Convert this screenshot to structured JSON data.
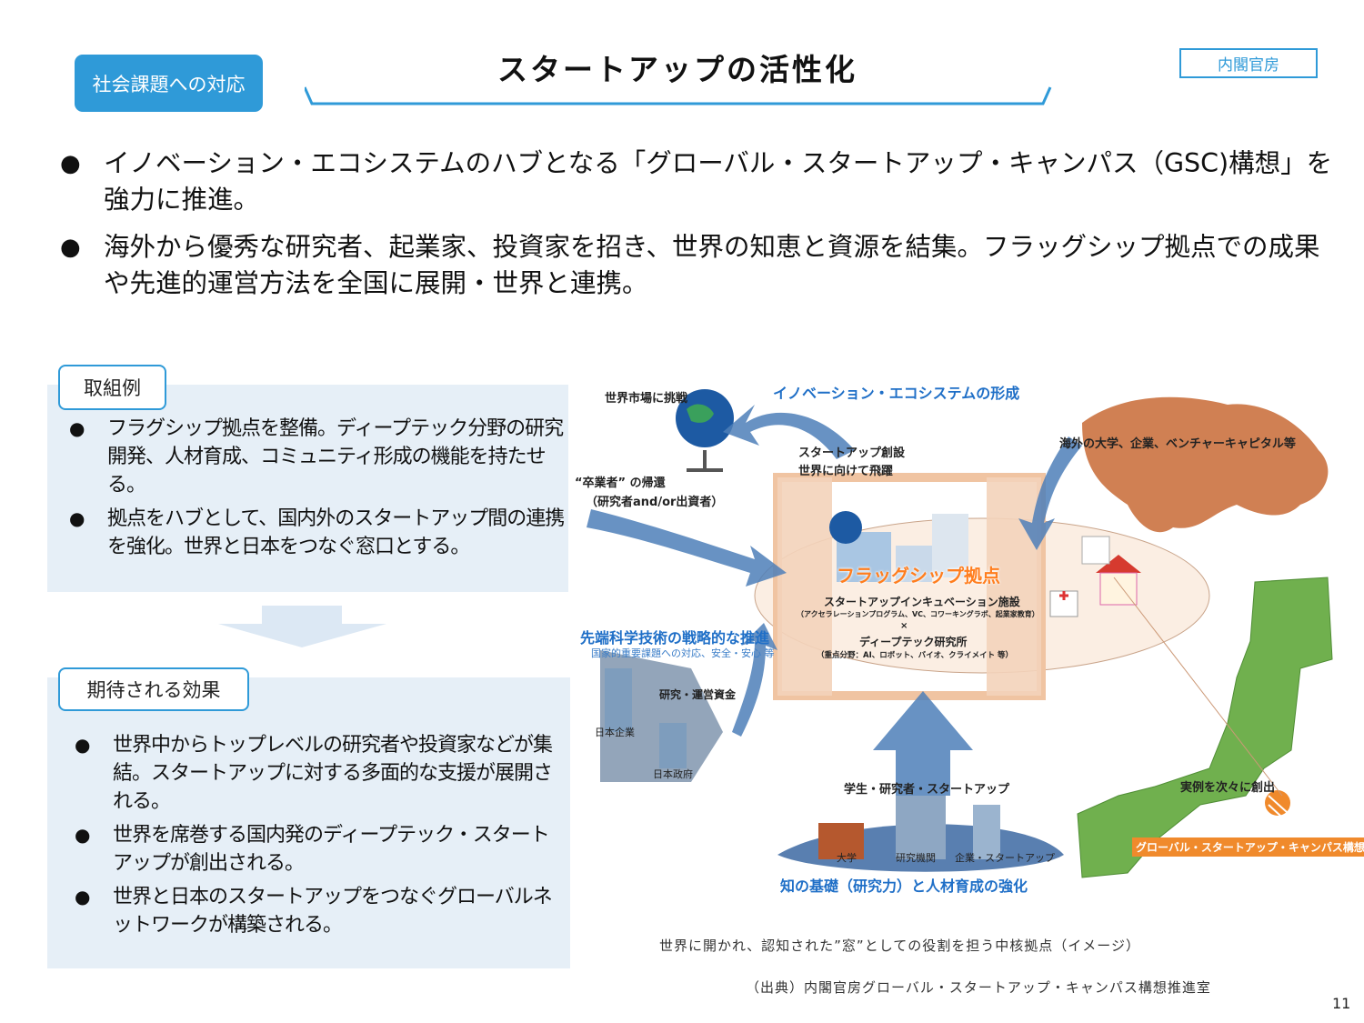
{
  "header": {
    "category": "社会課題への対応",
    "title": "スタートアップの活性化",
    "agency": "内閣官房"
  },
  "main_bullets": [
    "イノベーション・エコシステムのハブとなる「グローバル・スタートアップ・キャンパス（GSC)構想」を強力に推進。",
    "海外から優秀な研究者、起業家、投資家を招き、世界の知恵と資源を結集。フラッグシップ拠点での成果や先進的運営方法を全国に展開・世界と連携。"
  ],
  "examples": {
    "label": "取組例",
    "items": [
      "フラグシップ拠点を整備。ディープテック分野の研究開発、人材育成、コミュニティ形成の機能を持たせる。",
      "拠点をハブとして、国内外のスタートアップ間の連携を強化。世界と日本をつなぐ窓口とする。"
    ]
  },
  "effects": {
    "label": "期待される効果",
    "items": [
      "世界中からトップレベルの研究者や投資家などが集結。スタートアップに対する多面的な支援が展開される。",
      "世界を席巻する国内発のディープテック・スタートアップが創出される。",
      "世界と日本のスタートアップをつなぐグローバルネットワークが構築される。"
    ]
  },
  "figure": {
    "world_market": "世界市場に挑戦",
    "ecosystem": "イノベーション・エコシステムの形成",
    "overseas": "海外の大学、企業、ベンチャーキャピタル等",
    "startup_creation": "スタートアップ創設",
    "leap": "世界に向けて飛躍",
    "graduates": "“卒業者” の帰還",
    "graduates_sub": "（研究者and/or出資者）",
    "flagship": "フラッグシップ拠点",
    "incubation": "スタートアップインキュベーション施設",
    "incubation_sub": "（アクセラレーションプログラム、VC、コワーキングラボ、起業家教育）",
    "times": "×",
    "deeptech_lab": "ディープテック研究所",
    "deeptech_sub": "（重点分野：AI、ロボット、バイオ、クライメイト 等）",
    "strategic": "先端科学技術の戦略的な推進",
    "strategic_sub": "国家的重要課題への対応、安全・安心 等",
    "funding": "研究・運営資金",
    "japan_corp": "日本企業",
    "japan_gov": "日本政府",
    "people": "学生・研究者・スタートアップ",
    "university": "大学",
    "research_inst": "研究機関",
    "corp_startup": "企業・スタートアップ",
    "knowledge": "知の基礎（研究力）と人材育成の強化",
    "examples_created": "実例を次々に創出",
    "gsc_banner": "グローバル・スタートアップ・キャンパス構想"
  },
  "caption": "世界に開かれ、認知された”窓”としての役割を担う中核拠点（イメージ）",
  "source": "（出典）内閣官房グローバル・スタートアップ・キャンパス構想推進室",
  "page_number": "11"
}
